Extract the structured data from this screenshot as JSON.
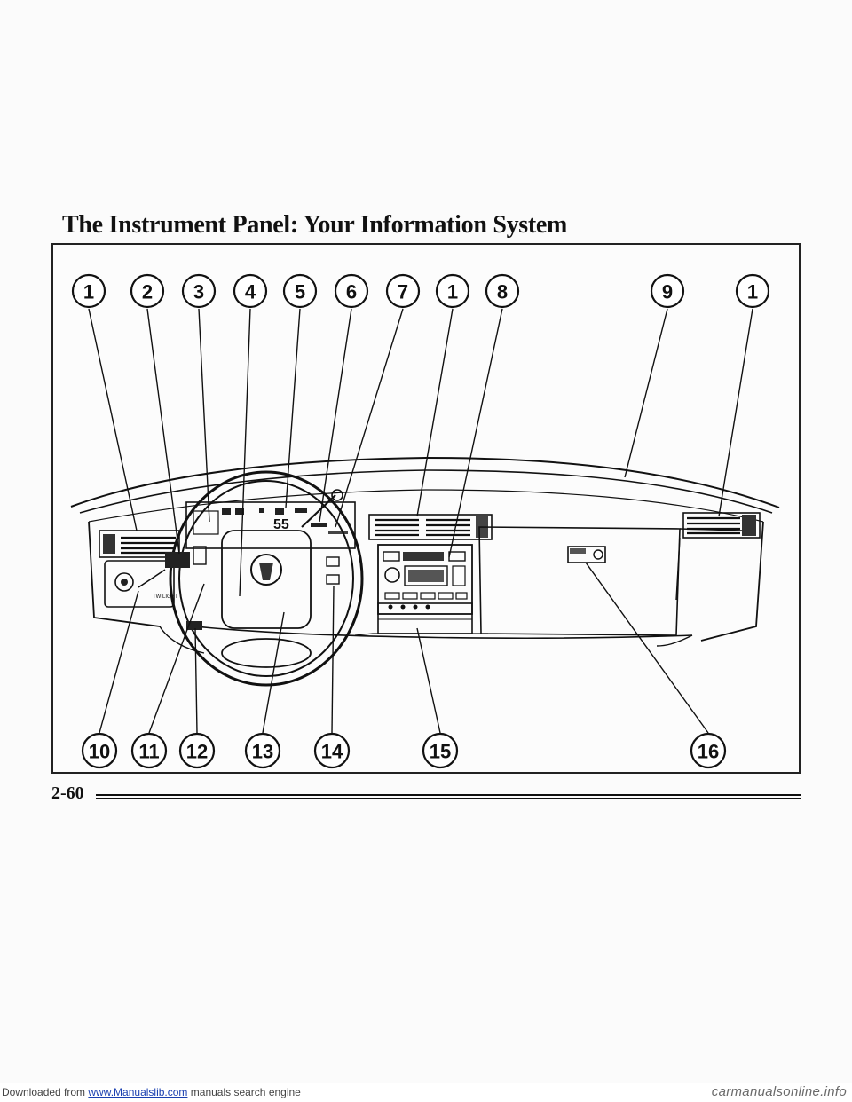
{
  "page": {
    "title": "The Instrument Panel: Your Information System",
    "page_number": "2-60"
  },
  "callouts": {
    "top": [
      "1",
      "2",
      "3",
      "4",
      "5",
      "6",
      "7",
      "1",
      "8",
      "9",
      "1"
    ],
    "bottom": [
      "10",
      "11",
      "12",
      "13",
      "14",
      "15",
      "16"
    ]
  },
  "dash_labels": {
    "speed_readout": "55",
    "headlamp_switch_label": "TWILIGHT"
  },
  "footer": {
    "prefix": "Downloaded from ",
    "link_text": "www.Manualslib.com",
    "suffix": " manuals search engine",
    "watermark": "carmanualsonline.info"
  }
}
